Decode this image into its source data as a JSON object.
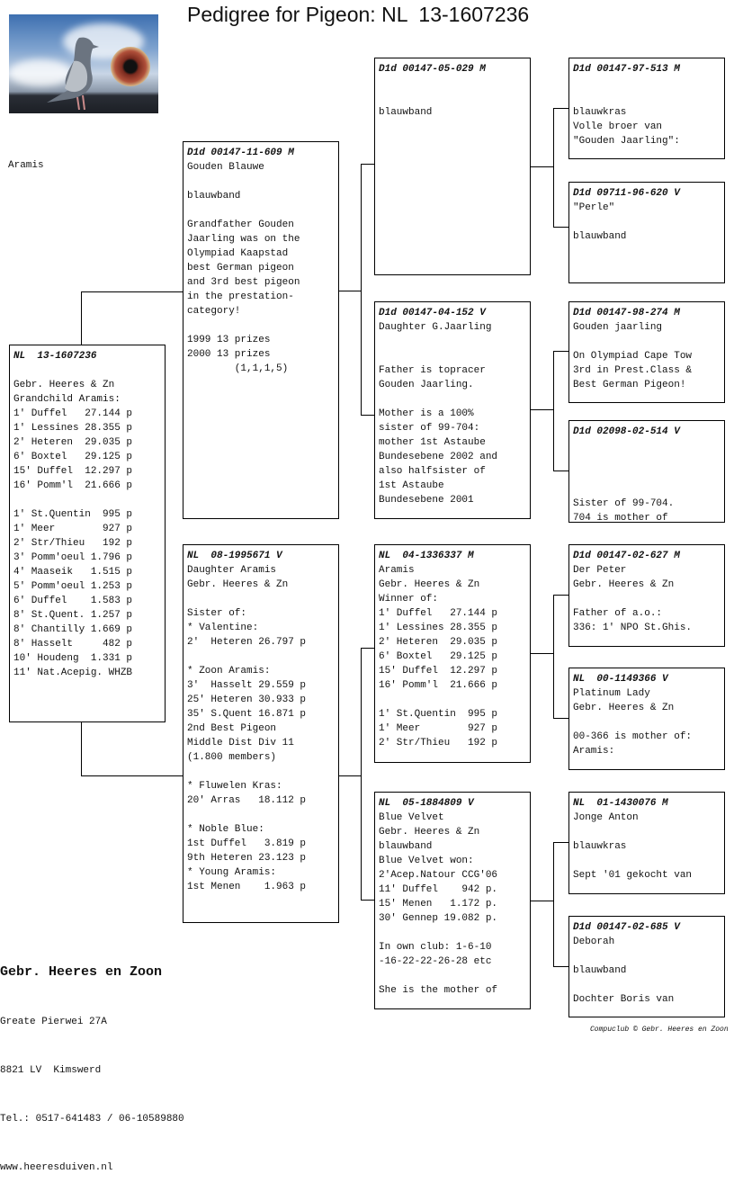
{
  "title": "Pedigree for Pigeon: NL  13-1607236",
  "photo_lettering": "Aramis",
  "pigeon_name": "Aramis",
  "boxes": {
    "subject": {
      "header": "NL  13-1607236",
      "lines": [
        "",
        "Gebr. Heeres & Zn",
        "Grandchild Aramis:",
        "1' Duffel   27.144 p",
        "1' Lessines 28.355 p",
        "2' Heteren  29.035 p",
        "6' Boxtel   29.125 p",
        "15' Duffel  12.297 p",
        "16' Pomm'l  21.666 p",
        "",
        "1' St.Quentin  995 p",
        "1' Meer        927 p",
        "2' Str/Thieu   192 p",
        "3' Pomm'oeul 1.796 p",
        "4' Maaseik   1.515 p",
        "5' Pomm'oeul 1.253 p",
        "6' Duffel    1.583 p",
        "8' St.Quent. 1.257 p",
        "8' Chantilly 1.669 p",
        "8' Hasselt     482 p",
        "10' Houdeng  1.331 p",
        "11' Nat.Acepig. WHZB"
      ]
    },
    "sire": {
      "header": "D1d 00147-11-609 M",
      "lines": [
        "Gouden Blauwe",
        "",
        "blauwband",
        "",
        "Grandfather Gouden",
        "Jaarling was on the",
        "Olympiad Kaapstad",
        "best German pigeon",
        "and 3rd best pigeon",
        "in the prestation-",
        "category!",
        "",
        "1999 13 prizes",
        "2000 13 prizes",
        "        (1,1,1,5)"
      ]
    },
    "dam": {
      "header": "NL  08-1995671 V",
      "lines": [
        "Daughter Aramis",
        "Gebr. Heeres & Zn",
        "",
        "Sister of:",
        "* Valentine:",
        "2'  Heteren 26.797 p",
        "",
        "* Zoon Aramis:",
        "3'  Hasselt 29.559 p",
        "25' Heteren 30.933 p",
        "35' S.Quent 16.871 p",
        "2nd Best Pigeon",
        "Middle Dist Div 11",
        "(1.800 members)",
        "",
        "* Fluwelen Kras:",
        "20' Arras   18.112 p",
        "",
        "* Noble Blue:",
        "1st Duffel   3.819 p",
        "9th Heteren 23.123 p",
        "* Young Aramis:",
        "1st Menen    1.963 p"
      ]
    },
    "ss": {
      "header": "D1d 00147-05-029 M",
      "lines": [
        "",
        "",
        "blauwband"
      ]
    },
    "sd": {
      "header": "D1d 00147-04-152 V",
      "lines": [
        "Daughter G.Jaarling",
        "",
        "",
        "Father is topracer",
        "Gouden Jaarling.",
        "",
        "Mother is a 100%",
        "sister of 99-704:",
        "mother 1st Astaube",
        "Bundesebene 2002 and",
        "also halfsister of",
        "1st Astaube",
        "Bundesebene 2001"
      ]
    },
    "ds": {
      "header": "NL  04-1336337 M",
      "lines": [
        "Aramis",
        "Gebr. Heeres & Zn",
        "Winner of:",
        "1' Duffel   27.144 p",
        "1' Lessines 28.355 p",
        "2' Heteren  29.035 p",
        "6' Boxtel   29.125 p",
        "15' Duffel  12.297 p",
        "16' Pomm'l  21.666 p",
        "",
        "1' St.Quentin  995 p",
        "1' Meer        927 p",
        "2' Str/Thieu   192 p"
      ]
    },
    "dd": {
      "header": "NL  05-1884809 V",
      "lines": [
        "Blue Velvet",
        "Gebr. Heeres & Zn",
        "blauwband",
        "Blue Velvet won:",
        "2'Acep.Natour CCG'06",
        "11' Duffel    942 p.",
        "15' Menen   1.172 p.",
        "30' Gennep 19.082 p.",
        "",
        "In own club: 1-6-10",
        "-16-22-22-26-28 etc",
        "",
        "She is the mother of"
      ]
    },
    "sss": {
      "header": "D1d 00147-97-513 M",
      "lines": [
        "",
        "",
        "blauwkras",
        "Volle broer van",
        "\"Gouden Jaarling\":"
      ]
    },
    "ssd": {
      "header": "D1d 09711-96-620 V",
      "lines": [
        "\"Perle\"",
        "",
        "blauwband"
      ]
    },
    "sds": {
      "header": "D1d 00147-98-274 M",
      "lines": [
        "Gouden jaarling",
        "",
        "On Olympiad Cape Tow",
        "3rd in Prest.Class &",
        "Best German Pigeon!"
      ]
    },
    "sdd": {
      "header": "D1d 02098-02-514 V",
      "lines": [
        "",
        "",
        "",
        "",
        "Sister of 99-704.",
        "704 is mother of"
      ]
    },
    "dss": {
      "header": "D1d 00147-02-627 M",
      "lines": [
        "Der Peter",
        "Gebr. Heeres & Zn",
        "",
        "Father of a.o.:",
        "336: 1' NPO St.Ghis."
      ]
    },
    "dsd": {
      "header": "NL  00-1149366 V",
      "lines": [
        "Platinum Lady",
        "Gebr. Heeres & Zn",
        "",
        "00-366 is mother of:",
        "Aramis:"
      ]
    },
    "dds": {
      "header": "NL  01-1430076 M",
      "lines": [
        "Jonge Anton",
        "",
        "blauwkras",
        "",
        "Sept '01 gekocht van"
      ]
    },
    "ddd": {
      "header": "D1d 00147-02-685 V",
      "lines": [
        "Deborah",
        "",
        "blauwband",
        "",
        "Dochter Boris van"
      ]
    }
  },
  "footer": {
    "breeder": "Gebr. Heeres en Zoon",
    "address": "Greate Pierwei 27A",
    "city": "8821 LV  Kimswerd",
    "phone": "Tel.: 0517-641483 / 06-10589880",
    "website": "www.heeresduiven.nl"
  },
  "credit": "Compuclub © Gebr. Heeres en Zoon"
}
